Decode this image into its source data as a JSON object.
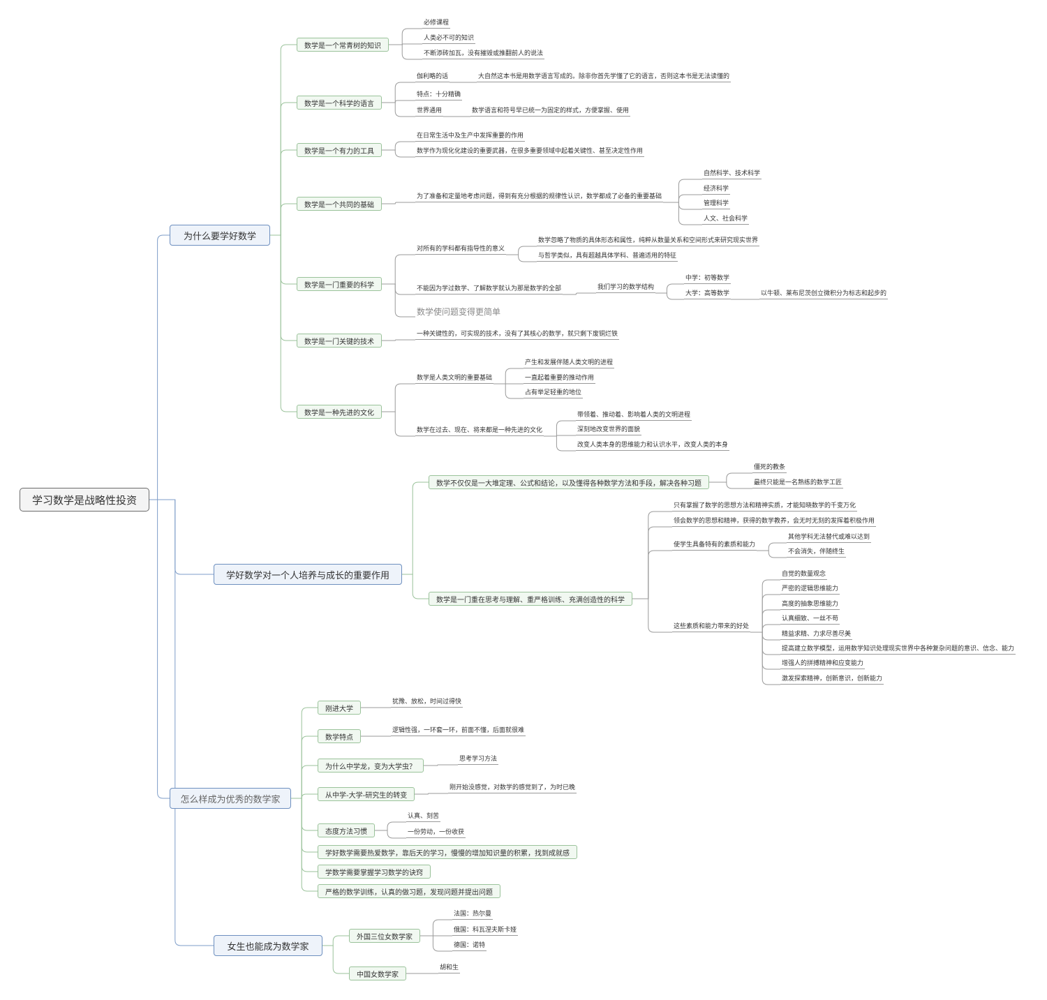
{
  "root": "学习数学是战略性投资",
  "branches": {
    "why": {
      "label": "为什么要学好数学",
      "evergreen": {
        "label": "数学是一个常青树的知识",
        "items": [
          "必修课程",
          "人类必不可的知识",
          "不断添砖加瓦，没有摧毁或推翻前人的说法"
        ]
      },
      "language": {
        "label": "数学是一个科学的语言",
        "galileo": "伽利略的话",
        "galileo_quote": "大自然这本书是用数学语言写成的。除非你首先学懂了它的语言，否则这本书是无法读懂的",
        "precise": "特点：十分精确",
        "universal": "世界通用",
        "universal_detail": "数学语言和符号早已统一为固定的样式，方便掌握、使用"
      },
      "tool": {
        "label": "数学是一个有力的工具",
        "items": [
          "在日常生活中及生产中发挥重要的作用",
          "数学作为现化化建设的重要武器，在很多重要领域中起着关键性、甚至决定性作用"
        ]
      },
      "foundation": {
        "label": "数学是一个共同的基础",
        "desc": "为了准备和定量地考虑问题，得到有充分根据的规律性认识，数学都成了必备的重要基础",
        "fields": [
          "自然科学、技术科学",
          "经济科学",
          "管理科学",
          "人文、社会科学"
        ]
      },
      "important": {
        "label": "数学是一门重要的科学",
        "guidance": "对所有的学科都有指导性的意义",
        "guidance_items": [
          "数学忽略了物质的具体形态和属性，纯粹从数量关系和空间形式来研究现实世界",
          "与哲学类似，具有超越具体学科、普遍适用的特征"
        ],
        "notall": "不能因为学过数学、了解数学就认为那是数学的全部",
        "structure": "我们学习的数学结构",
        "middle": "中学：初等数学",
        "university": "大学：高等数学",
        "university_detail": "以牛顿、莱布尼茨创立微积分为标志和起步的",
        "simpler": "数学使问题变得更简单"
      },
      "key_tech": {
        "label": "数学是一门关键的技术",
        "desc": "一种关键性的，可实现的技术，没有了其核心的数学，就只剩下废铜烂铁"
      },
      "culture": {
        "label": "数学是一种先进的文化",
        "civ": "数学是人类文明的重要基础",
        "civ_items": [
          "产生和发展伴随人类文明的进程",
          "一直起着重要的推动作用",
          "占有举足轻重的地位"
        ],
        "adv": "数学在过去、现在、将来都是一种先进的文化",
        "adv_items": [
          "带领着、推动着、影响着人类的文明进程",
          "深刻地改变世界的面貌",
          "改变人类本身的思维能力和认识水平，改变人类的本身"
        ]
      }
    },
    "growth": {
      "label": "学好数学对一个人培养与成长的重要作用",
      "notonly": {
        "label": "数学不仅仅是一大堆定理、公式和结论，以及懂得各种数学方法和手段，解决各种习题",
        "items": [
          "僵死的教条",
          "最终只能是一名熟练的数学工匠"
        ]
      },
      "thinking": {
        "label": "数学是一门重在思考与理解、重严格训练、充满创造性的科学",
        "only": "只有掌握了数学的思想方法和精神实质，才能知晓数学的千变万化",
        "grasp": "领会数学的思想和精神，获得的数学教养，会无时无刻的发挥着积极作用",
        "quality": "使学生具备特有的素质和能力",
        "quality_items": [
          "其他学科无法替代或难以达到",
          "不会消失，伴随终生"
        ],
        "benefits": "这些素质和能力带来的好处",
        "benefit_items": [
          "自觉的数量观念",
          "严密的逻辑思维能力",
          "高度的抽象思维能力",
          "认真细致、一丝不苟",
          "精益求精、力求尽善尽美",
          "提高建立数学模型，运用数学知识处理现实世界中各种复杂问题的意识、信念、能力",
          "增强人的拼搏精神和应变能力",
          "激发探索精神，创新意识，创新能力"
        ]
      }
    },
    "excellent": {
      "label": "怎么样成为优秀的数学家",
      "nodes": [
        {
          "label": "刚进大学",
          "leaf": "犹豫、放松，时间过得快"
        },
        {
          "label": "数学特点",
          "leaf": "逻辑性强，一环套一环，前面不懂，后面就很难"
        },
        {
          "label": "为什么中学龙，变为大学虫？",
          "leaf": "思考学习方法"
        },
        {
          "label": "从中学-大学-研究生的转变",
          "leaf": "刚开始没感觉，对数学的感觉到了，为时已晚"
        },
        {
          "label": "态度方法习惯",
          "leaves": [
            "认真、刻苦",
            "一份劳动，一份收获"
          ]
        },
        {
          "label": "学好数学需要热爱数学，靠后天的学习，慢慢的增加知识量的积累，找到成就感"
        },
        {
          "label": "学数学需要掌握学习数学的诀窍"
        },
        {
          "label": "严格的数学训练，认真的做习题，发现问题并提出问题"
        }
      ]
    },
    "women": {
      "label": "女生也能成为数学家",
      "foreign": {
        "label": "外国三位女数学家",
        "items": [
          "法国：热尔曼",
          "俄国：科瓦涅夫斯卡娅",
          "德国：诺特"
        ]
      },
      "china": {
        "label": "中国女数学家",
        "items": [
          "胡和生"
        ]
      }
    }
  }
}
